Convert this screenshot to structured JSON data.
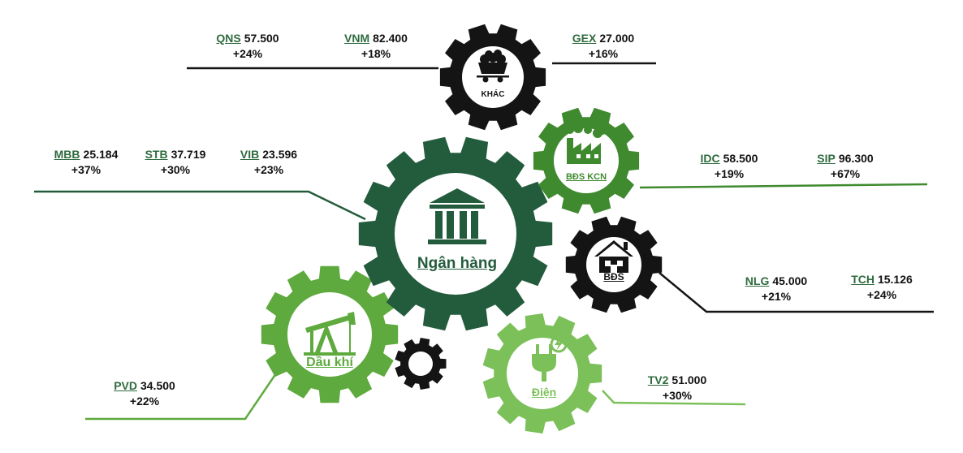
{
  "sectors": {
    "khac": {
      "label": "KHÁC"
    },
    "bdskcn": {
      "label": "BĐS KCN"
    },
    "nganhang": {
      "label": "Ngân hàng"
    },
    "bds": {
      "label": "BĐS"
    },
    "daukhi": {
      "label": "Dầu khí"
    },
    "dien": {
      "label": "Điện"
    }
  },
  "stocks": {
    "qns": {
      "ticker": "QNS",
      "price": "57.500",
      "change": "+24%"
    },
    "vnm": {
      "ticker": "VNM",
      "price": "82.400",
      "change": "+18%"
    },
    "gex": {
      "ticker": "GEX",
      "price": "27.000",
      "change": "+16%"
    },
    "mbb": {
      "ticker": "MBB",
      "price": "25.184",
      "change": "+37%"
    },
    "stb": {
      "ticker": "STB",
      "price": "37.719",
      "change": "+30%"
    },
    "vib": {
      "ticker": "VIB",
      "price": "23.596",
      "change": "+23%"
    },
    "idc": {
      "ticker": "IDC",
      "price": "58.500",
      "change": "+19%"
    },
    "sip": {
      "ticker": "SIP",
      "price": "96.300",
      "change": "+67%"
    },
    "nlg": {
      "ticker": "NLG",
      "price": "45.000",
      "change": "+21%"
    },
    "tch": {
      "ticker": "TCH",
      "price": "15.126",
      "change": "+24%"
    },
    "pvd": {
      "ticker": "PVD",
      "price": "34.500",
      "change": "+22%"
    },
    "tv2": {
      "ticker": "TV2",
      "price": "51.000",
      "change": "+30%"
    }
  },
  "colors": {
    "dark_green": "#235c3c",
    "mid_green": "#3f8a2f",
    "light_green": "#5faa3f",
    "pale_green": "#7cc05a",
    "black": "#141414",
    "ticker_green": "#2f6b3f"
  },
  "icons": {
    "nganhang": "bank-icon",
    "khac": "coal-cart-icon",
    "bdskcn": "factory-icon",
    "bds": "house-icon",
    "daukhi": "oil-pump-icon",
    "dien": "electric-plug-icon"
  }
}
